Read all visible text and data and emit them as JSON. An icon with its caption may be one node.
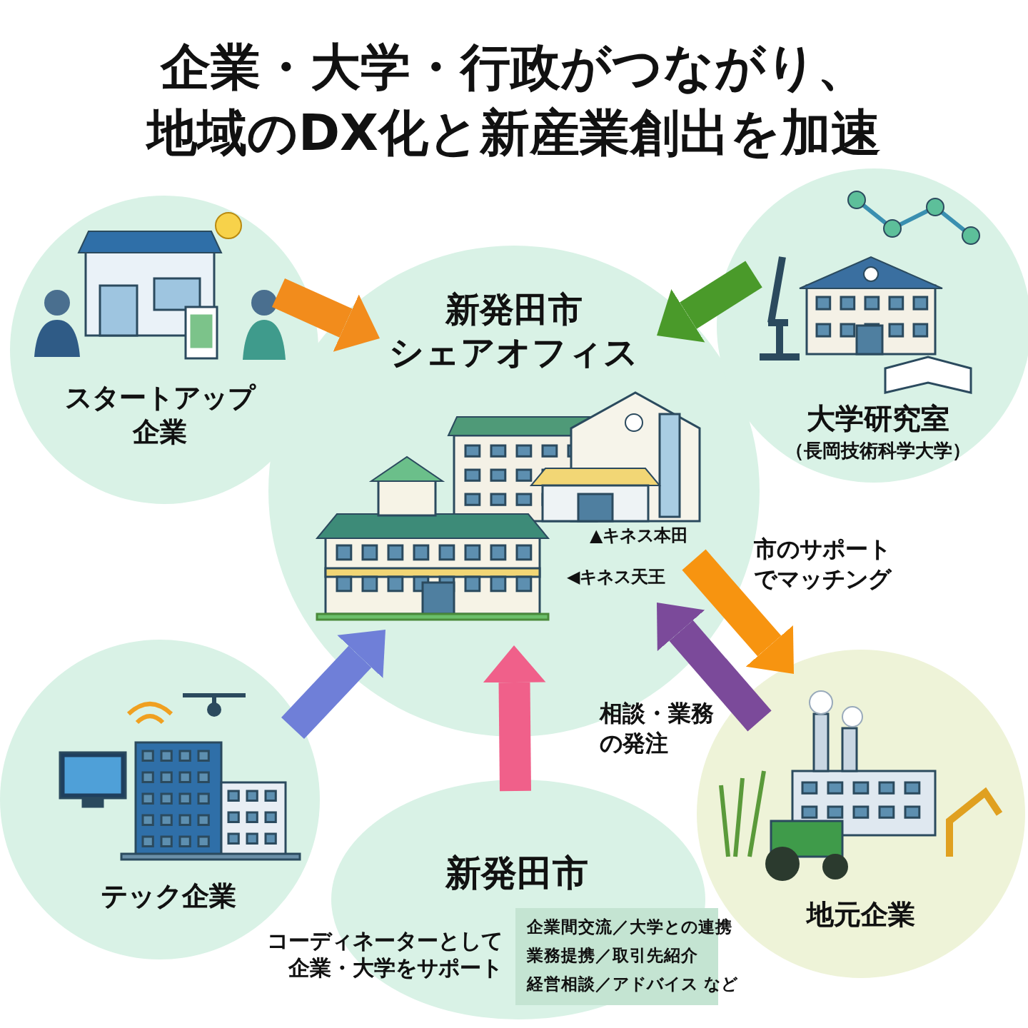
{
  "diagram": {
    "title": "企業・大学・行政がつながり、地域のDX化と新産業創出を加速",
    "nodes": [
      {
        "text": [
          "新発田市シェアオフィス",
          "▲キネス本田",
          "◀キネス天王"
        ]
      },
      {
        "text": [
          "スタートアップ企業"
        ]
      },
      {
        "text": [
          "大学研究室",
          "（長岡技術科学大学）"
        ]
      },
      {
        "text": [
          "テック企業"
        ]
      },
      {
        "text": [
          "新発田市",
          "コーディネーターとして企業・大学をサポート"
        ]
      },
      {
        "text": [
          "企業間交流／大学との連携",
          "業務提携／取引先紹介",
          "経営相談／アドバイス など"
        ],
        "in": 4
      },
      {
        "text": [
          "地元企業"
        ]
      }
    ],
    "edges": [
      {
        "from": 1,
        "to": 0,
        "arrow": "to",
        "color": "#f28c1c"
      },
      {
        "from": 2,
        "to": 0,
        "arrow": "to",
        "color": "#4a9a2a"
      },
      {
        "from": 3,
        "to": 0,
        "arrow": "to",
        "color": "#6f7fd8"
      },
      {
        "from": 4,
        "to": 0,
        "arrow": "to",
        "color": "#f0608a"
      },
      {
        "from": 0,
        "to": 6,
        "arrow": "to",
        "color": "#f79410",
        "label": "市のサポートでマッチング"
      },
      {
        "from": 6,
        "to": 0,
        "arrow": "to",
        "color": "#7b4a9a",
        "label": "相談・業務の発注"
      }
    ]
  }
}
